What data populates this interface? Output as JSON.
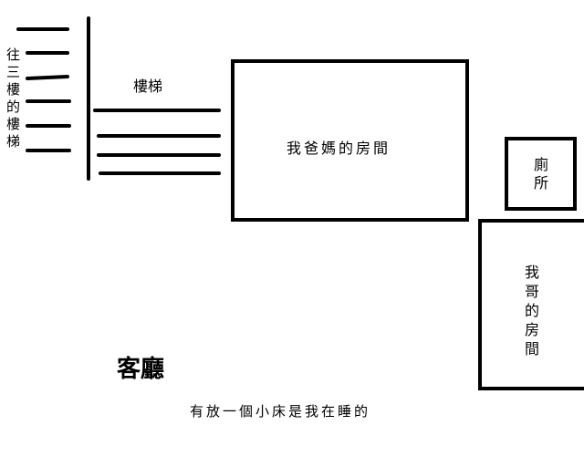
{
  "labels": {
    "stairs_to_third_floor": "往三樓的樓梯",
    "stairs": "樓梯",
    "parents_room": "我爸媽的房間",
    "toilet": "廁所",
    "brother_room": "我哥的房間",
    "living_room": "客廳",
    "note": "有放一個小床是我在睡的"
  }
}
